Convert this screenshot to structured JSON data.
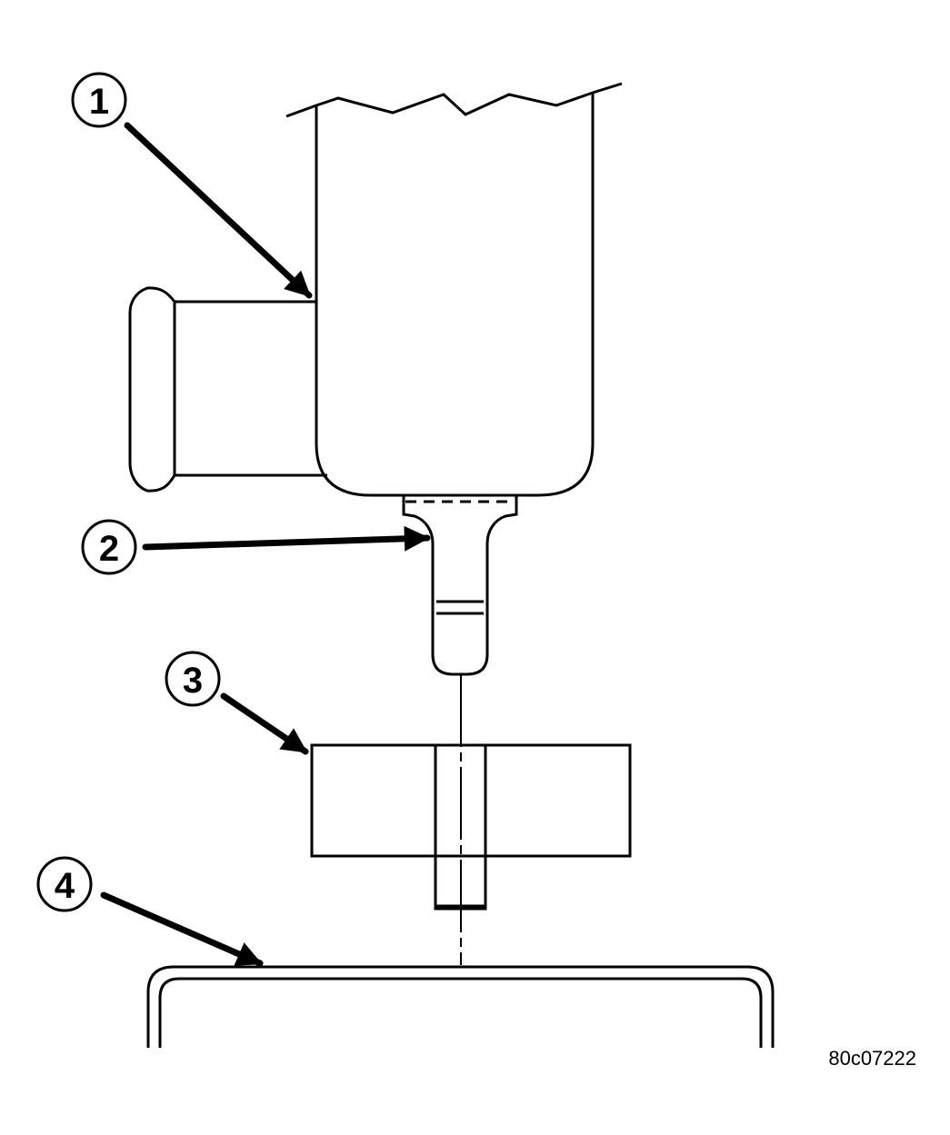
{
  "callouts": [
    {
      "id": "1",
      "label": "1"
    },
    {
      "id": "2",
      "label": "2"
    },
    {
      "id": "3",
      "label": "3"
    },
    {
      "id": "4",
      "label": "4"
    }
  ],
  "figure_ref": "80c07222",
  "colors": {
    "line": "#000000",
    "background": "#ffffff"
  }
}
